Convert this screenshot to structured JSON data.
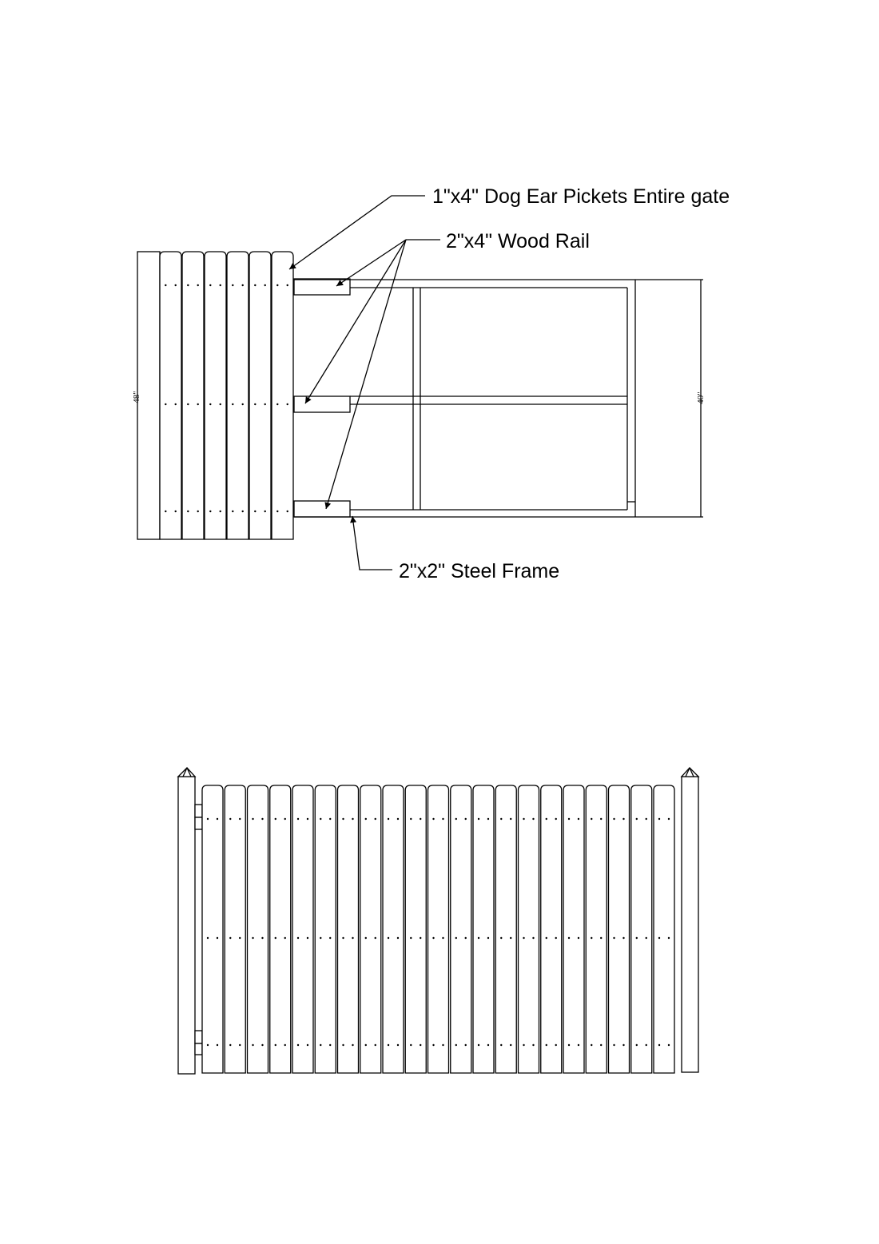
{
  "callouts": {
    "pickets": "1\"x4\" Dog Ear Pickets Entire gate",
    "rail": "2\"x4\" Wood Rail",
    "frame": "2\"x2\" Steel Frame"
  },
  "dimensions": {
    "picket_height": "48\"",
    "frame_height": "40\""
  },
  "colors": {
    "line": "#000000",
    "paper": "#ffffff"
  }
}
